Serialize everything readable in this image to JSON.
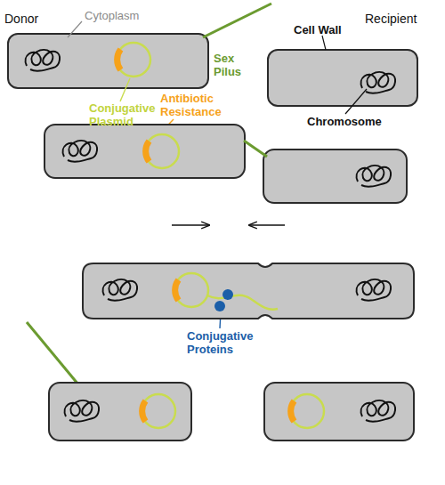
{
  "diagram": {
    "nodes": [
      {
        "text": [
          "Donor"
        ]
      },
      {
        "text": [
          "Recipient"
        ]
      }
    ],
    "labels": [
      "Cytoplasm",
      "Sex Pilus",
      "Cell Wall",
      "Chromosome",
      "Conjugative Plasmid",
      "Antibiotic Resistance",
      "Conjugative Proteins"
    ]
  }
}
